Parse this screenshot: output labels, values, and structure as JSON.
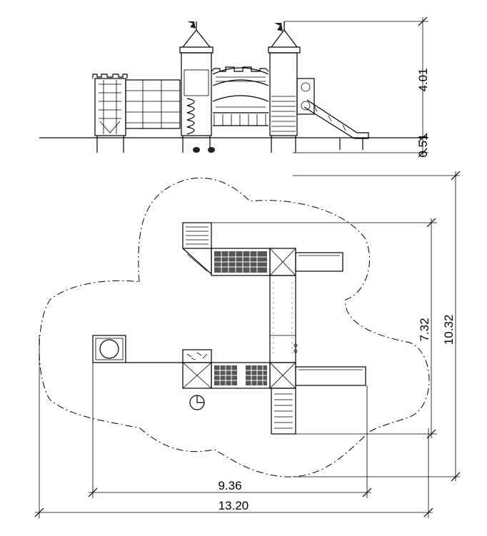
{
  "drawing": {
    "elevation_view": {
      "dimensions": {
        "total_height": "4.01",
        "ground_offset": "0.51"
      }
    },
    "plan_view": {
      "dimensions": {
        "depth_structure": "7.32",
        "depth_safety_zone": "10.32",
        "width_structure": "9.36",
        "width_safety_zone": "13.20"
      }
    }
  }
}
